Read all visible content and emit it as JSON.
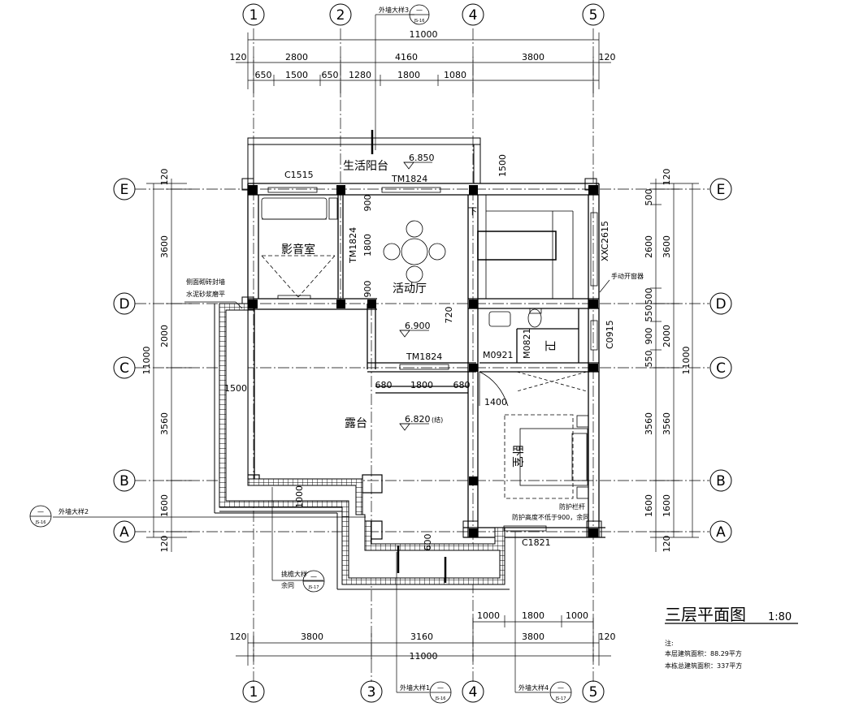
{
  "title": {
    "main": "三层平面图",
    "scale": "1:80"
  },
  "notes": {
    "head": "注:",
    "line1": "本层建筑面积：88.29平方",
    "line2": "本栋总建筑面积：337平方"
  },
  "axes": {
    "top": [
      "1",
      "2",
      "4",
      "5"
    ],
    "bottom": [
      "1",
      "3",
      "4",
      "5"
    ],
    "left": [
      "E",
      "D",
      "C",
      "B",
      "A"
    ],
    "right": [
      "E",
      "D",
      "C",
      "B",
      "A"
    ]
  },
  "dims": {
    "top_total": "11000",
    "top_row1": [
      "120",
      "2800",
      "4160",
      "3800",
      "120"
    ],
    "top_row2": [
      "650",
      "1500",
      "650",
      "1280",
      "1800",
      "1080"
    ],
    "bottom_total": "11000",
    "bottom_row1": [
      "120",
      "3800",
      "3160",
      "3800",
      "120"
    ],
    "bottom_row2": [
      "1000",
      "1800",
      "1000"
    ],
    "left_total": "11000",
    "left_row": [
      "120",
      "3600",
      "2000",
      "3560",
      "1600",
      "120"
    ],
    "right_total": "11000",
    "right_row1": [
      "120",
      "500",
      "2600",
      "500",
      "550",
      "900",
      "550",
      "3560",
      "1600",
      "120"
    ],
    "right_row2": [
      "3600",
      "2000",
      "3560",
      "1600"
    ],
    "balcony_depth": "1500",
    "hall_row": [
      "680",
      "1800",
      "680"
    ],
    "hall_v": [
      "900",
      "1800",
      "900"
    ],
    "door_1400": "1400",
    "d720": "720",
    "d600": "600",
    "d1500": "1500",
    "d1000": "1000"
  },
  "rooms": {
    "balcony": "生活阳台",
    "theater": "影音室",
    "activity": "活动厅",
    "terrace": "露台",
    "bedroom": "卧室",
    "wc": "卫"
  },
  "levels": {
    "balcony": "6.850",
    "hall": "6.900",
    "terrace": "6.820",
    "terrace_note": "(结)"
  },
  "windows": {
    "c1515": "C1515",
    "tm1824_top": "TM1824",
    "tm1824_side": "TM1824",
    "tm1824_mid": "TM1824",
    "xxc2615": "XXC2615",
    "c0915": "C0915",
    "m0921": "M0921",
    "m0821": "M0821",
    "c1821": "C1821"
  },
  "annotations": {
    "manual_window": "手动开窗器",
    "parapet_1": "侧面砌砖封墙",
    "parapet_2": "水泥砂浆磨平",
    "rail": "防护栏杆",
    "rail_height": "防护高度不低于900，余同",
    "eave_detail": "挑檐大样",
    "eave_same": "余同",
    "ext_wall_3": "外墙大样3",
    "ext_wall_2": "外墙大样2",
    "ext_wall_1": "外墙大样1",
    "ext_wall_4": "外墙大样4",
    "stair_down": "下",
    "ref_dash": "—",
    "ref_js16": "JS-16",
    "ref_js17": "JS-17"
  }
}
